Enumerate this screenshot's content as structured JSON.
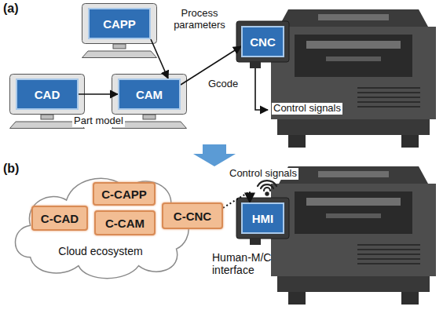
{
  "diagram": {
    "nodes": [
      {
        "text": [
          "CAPP"
        ]
      },
      {
        "text": [
          "CAD"
        ]
      },
      {
        "text": [
          "CAM"
        ]
      },
      {
        "text": [
          "CNC"
        ]
      },
      {
        "text": [
          "Cloud ecosystem"
        ]
      },
      {
        "text": [
          "C-CAPP"
        ],
        "in": 4
      },
      {
        "text": [
          "C-CAD"
        ],
        "in": 4
      },
      {
        "text": [
          "C-CAM"
        ],
        "in": 4
      },
      {
        "text": [
          "C-CNC"
        ],
        "in": 4
      },
      {
        "text": [
          "HMI",
          "Human-M/C interface"
        ]
      }
    ],
    "edges": [
      {
        "from": 0,
        "to": 2,
        "label": "Process parameters",
        "arrow": "to"
      },
      {
        "from": 1,
        "to": 2,
        "label": "Part model",
        "arrow": "to"
      },
      {
        "from": 2,
        "to": 3,
        "label": "Gcode",
        "arrow": "to"
      },
      {
        "from": 8,
        "to": 9,
        "label": "Control signals",
        "arrow": "to"
      }
    ],
    "labels": [
      "(a)",
      "Control signals",
      "(b)"
    ]
  }
}
